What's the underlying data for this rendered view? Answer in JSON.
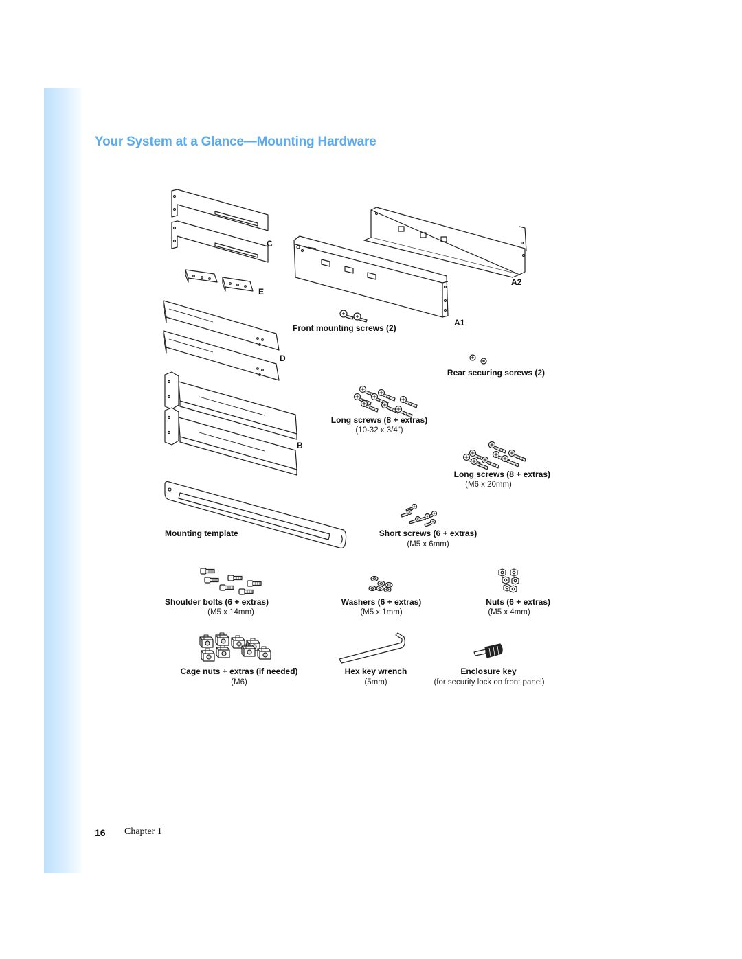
{
  "page": {
    "title": "Your System at a Glance—Mounting Hardware",
    "footer_page": "16",
    "footer_chapter": "Chapter 1"
  },
  "letters": {
    "c": "C",
    "e": "E",
    "d": "D",
    "b": "B",
    "a2": "A2",
    "a1": "A1"
  },
  "items": {
    "front_screws": {
      "label": "Front mounting screws (2)"
    },
    "rear_screws": {
      "label": "Rear securing screws (2)"
    },
    "long_screws_1": {
      "label": "Long screws (8 + extras)",
      "spec": "(10-32 x 3/4\")"
    },
    "long_screws_2": {
      "label": "Long screws (8 + extras)",
      "spec": "(M6 x 20mm)"
    },
    "mounting_template": {
      "label": "Mounting template"
    },
    "short_screws": {
      "label": "Short screws (6 + extras)",
      "spec": "(M5 x 6mm)"
    },
    "shoulder_bolts": {
      "label": "Shoulder bolts (6 + extras)",
      "spec": "(M5 x 14mm)"
    },
    "washers": {
      "label": "Washers (6 + extras)",
      "spec": "(M5 x 1mm)"
    },
    "nuts": {
      "label": "Nuts (6 + extras)",
      "spec": "(M5 x 4mm)"
    },
    "cage_nuts": {
      "label": "Cage nuts + extras (if needed)",
      "spec": "(M6)"
    },
    "hex_key": {
      "label": "Hex key wrench",
      "spec": "(5mm)"
    },
    "enclosure_key": {
      "label": "Enclosure key",
      "spec": "(for security lock on front panel)"
    }
  }
}
